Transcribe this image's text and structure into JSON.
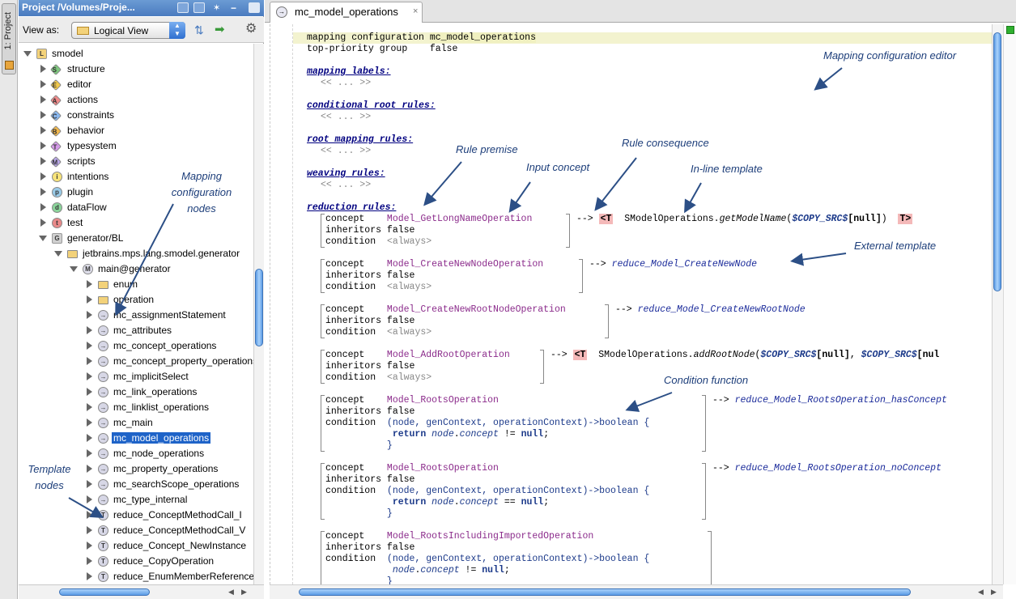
{
  "sidebar_tab": {
    "label": "1: Project"
  },
  "project_panel": {
    "title": "Project /Volumes/Proje...",
    "view_as_label": "View as:",
    "view_as_value": "Logical View"
  },
  "tree": [
    {
      "label": "smodel",
      "icon": "language-L-icon",
      "level": 0,
      "open": true,
      "iconColor": "#f3d27a",
      "glyph": "L"
    },
    {
      "label": "structure",
      "icon": "aspect-S-icon",
      "level": 1,
      "iconColor": "#7fc87f",
      "glyph": "S"
    },
    {
      "label": "editor",
      "icon": "aspect-E-icon",
      "level": 1,
      "iconColor": "#f2c94c",
      "glyph": "E"
    },
    {
      "label": "actions",
      "icon": "aspect-A-icon",
      "level": 1,
      "iconColor": "#f08a8a",
      "glyph": "A"
    },
    {
      "label": "constraints",
      "icon": "aspect-C-icon",
      "level": 1,
      "iconColor": "#8ab8f0",
      "glyph": "C"
    },
    {
      "label": "behavior",
      "icon": "aspect-B-icon",
      "level": 1,
      "iconColor": "#f2b84c",
      "glyph": "B"
    },
    {
      "label": "typesystem",
      "icon": "aspect-T-icon",
      "level": 1,
      "iconColor": "#d49ae8",
      "glyph": "T"
    },
    {
      "label": "scripts",
      "icon": "aspect-M-icon",
      "level": 1,
      "iconColor": "#b8a6e8",
      "glyph": "M"
    },
    {
      "label": "intentions",
      "icon": "bulb-icon",
      "level": 1,
      "iconColor": "#f7e37a",
      "glyph": "i"
    },
    {
      "label": "plugin",
      "icon": "plugin-icon",
      "level": 1,
      "iconColor": "#9acbe8",
      "glyph": "p"
    },
    {
      "label": "dataFlow",
      "icon": "dataflow-icon",
      "level": 1,
      "iconColor": "#8ad49a",
      "glyph": "d"
    },
    {
      "label": "test",
      "icon": "test-icon",
      "level": 1,
      "iconColor": "#e88a8a",
      "glyph": "t"
    },
    {
      "label": "generator/BL",
      "icon": "generator-G-icon",
      "level": 1,
      "open": true,
      "iconColor": "#d0d0d0",
      "glyph": "G"
    },
    {
      "label": "jetbrains.mps.lang.smodel.generator",
      "icon": "folder-icon",
      "level": 2,
      "open": true,
      "iconColor": "#f3d27a",
      "glyph": ""
    },
    {
      "label": "main@generator",
      "icon": "model-M-icon",
      "level": 3,
      "open": true,
      "iconColor": "#e0e0ec",
      "glyph": "M"
    },
    {
      "label": "enum",
      "icon": "folder-icon",
      "level": 4,
      "iconColor": "#f3d27a",
      "glyph": ""
    },
    {
      "label": "operation",
      "icon": "folder-icon",
      "level": 4,
      "iconColor": "#f3d27a",
      "glyph": ""
    },
    {
      "label": "mc_assignmentStatement",
      "icon": "mapping-icon",
      "level": 4,
      "iconColor": "#d7d7e6",
      "glyph": "→"
    },
    {
      "label": "mc_attributes",
      "icon": "mapping-icon",
      "level": 4,
      "iconColor": "#d7d7e6",
      "glyph": "→"
    },
    {
      "label": "mc_concept_operations",
      "icon": "mapping-icon",
      "level": 4,
      "iconColor": "#d7d7e6",
      "glyph": "→"
    },
    {
      "label": "mc_concept_property_operations",
      "icon": "mapping-icon",
      "level": 4,
      "iconColor": "#d7d7e6",
      "glyph": "→"
    },
    {
      "label": "mc_implicitSelect",
      "icon": "mapping-icon",
      "level": 4,
      "iconColor": "#d7d7e6",
      "glyph": "→"
    },
    {
      "label": "mc_link_operations",
      "icon": "mapping-icon",
      "level": 4,
      "iconColor": "#d7d7e6",
      "glyph": "→"
    },
    {
      "label": "mc_linklist_operations",
      "icon": "mapping-icon",
      "level": 4,
      "iconColor": "#d7d7e6",
      "glyph": "→"
    },
    {
      "label": "mc_main",
      "icon": "mapping-icon",
      "level": 4,
      "iconColor": "#d7d7e6",
      "glyph": "→"
    },
    {
      "label": "mc_model_operations",
      "icon": "mapping-icon",
      "level": 4,
      "iconColor": "#d7d7e6",
      "glyph": "→",
      "selected": true
    },
    {
      "label": "mc_node_operations",
      "icon": "mapping-icon",
      "level": 4,
      "iconColor": "#d7d7e6",
      "glyph": "→"
    },
    {
      "label": "mc_property_operations",
      "icon": "mapping-icon",
      "level": 4,
      "iconColor": "#d7d7e6",
      "glyph": "→"
    },
    {
      "label": "mc_searchScope_operations",
      "icon": "mapping-icon",
      "level": 4,
      "iconColor": "#d7d7e6",
      "glyph": "→"
    },
    {
      "label": "mc_type_internal",
      "icon": "mapping-icon",
      "level": 4,
      "iconColor": "#d7d7e6",
      "glyph": "→"
    },
    {
      "label": "reduce_ConceptMethodCall_I",
      "icon": "template-T-icon",
      "level": 4,
      "iconColor": "#d7d7e6",
      "glyph": "T"
    },
    {
      "label": "reduce_ConceptMethodCall_V",
      "icon": "template-T-icon",
      "level": 4,
      "iconColor": "#d7d7e6",
      "glyph": "T"
    },
    {
      "label": "reduce_Concept_NewInstance",
      "icon": "template-T-icon",
      "level": 4,
      "iconColor": "#d7d7e6",
      "glyph": "T"
    },
    {
      "label": "reduce_CopyOperation",
      "icon": "template-T-icon",
      "level": 4,
      "iconColor": "#d7d7e6",
      "glyph": "T"
    },
    {
      "label": "reduce_EnumMemberReference",
      "icon": "template-T-icon",
      "level": 4,
      "iconColor": "#d7d7e6",
      "glyph": "T"
    }
  ],
  "editor_tab": {
    "label": "mc_model_operations"
  },
  "editor": {
    "header1_kw": "mapping configuration",
    "header1_name": "mc_model_operations",
    "header2_kw": "top-priority group",
    "header2_val": "false",
    "sections": [
      {
        "title": "mapping labels:",
        "placeholder": "<< ... >>"
      },
      {
        "title": "conditional root rules:",
        "placeholder": "<< ... >>"
      },
      {
        "title": "root mapping rules:",
        "placeholder": "<< ... >>"
      },
      {
        "title": "weaving rules:",
        "placeholder": "<< ... >>"
      },
      {
        "title": "reduction rules:"
      }
    ],
    "kw_concept": "concept",
    "kw_inheritors": "inheritors",
    "kw_condition": "condition",
    "val_false": "false",
    "val_always": "<always>",
    "arrow": "-->",
    "rule1": {
      "concept": "Model_GetLongNameOperation",
      "open_tag": "<T",
      "code_pre": "SModelOperations.",
      "method": "getModelName",
      "paren": "(",
      "copy_src": "$COPY_SRC$",
      "arg": "[null]",
      "close": ")",
      "close_tag": "T>"
    },
    "rule2": {
      "concept": "Model_CreateNewNodeOperation",
      "target": "reduce_Model_CreateNewNode"
    },
    "rule3": {
      "concept": "Model_CreateNewRootNodeOperation",
      "target": "reduce_Model_CreateNewRootNode"
    },
    "rule4": {
      "concept": "Model_AddRootOperation",
      "open_tag": "<T",
      "code_pre": "SModelOperations.",
      "method": "addRootNode",
      "paren": "(",
      "copy_src": "$COPY_SRC$",
      "arg": "[null]",
      "sep": ", ",
      "copy_src2": "$COPY_SRC$",
      "arg2": "[nul"
    },
    "rule5": {
      "concept": "Model_RootsOperation",
      "cond_sig": "(node, genContext, operationContext)->boolean {",
      "body_kw": "return",
      "body_var": "node",
      "body_dot": ".",
      "body_prop": "concept",
      "body_op": " != ",
      "body_null": "null",
      "body_end": ";",
      "close_brace": "}",
      "target": "reduce_Model_RootsOperation_hasConcept"
    },
    "rule6": {
      "concept": "Model_RootsOperation",
      "cond_sig": "(node, genContext, operationContext)->boolean {",
      "body_kw": "return",
      "body_var": "node",
      "body_dot": ".",
      "body_prop": "concept",
      "body_op": " == ",
      "body_null": "null",
      "body_end": ";",
      "close_brace": "}",
      "target": "reduce_Model_RootsOperation_noConcept"
    },
    "rule7": {
      "concept": "Model_RootsIncludingImportedOperation",
      "cond_sig": "(node, genContext, operationContext)->boolean {",
      "body_var": "node",
      "body_dot": ".",
      "body_prop": "concept",
      "body_op": " != ",
      "body_null": "null",
      "body_end": ";",
      "close_brace": "}"
    }
  },
  "annotations": {
    "mapping_config_editor": "Mapping configuration editor",
    "rule_premise": "Rule premise",
    "rule_consequence": "Rule consequence",
    "input_concept": "Input concept",
    "inline_template": "In-line template",
    "external_template": "External template",
    "condition_function": "Condition function",
    "mapping_nodes_1": "Mapping",
    "mapping_nodes_2": "configuration",
    "mapping_nodes_3": "nodes",
    "template_nodes_1": "Template",
    "template_nodes_2": "nodes"
  },
  "colors": {
    "selection": "#1e63c8",
    "annotation": "#1d3e7a",
    "arrow": "#2c4f86",
    "concept": "#8b2b8b",
    "template_marker": "#f4b9b9"
  }
}
